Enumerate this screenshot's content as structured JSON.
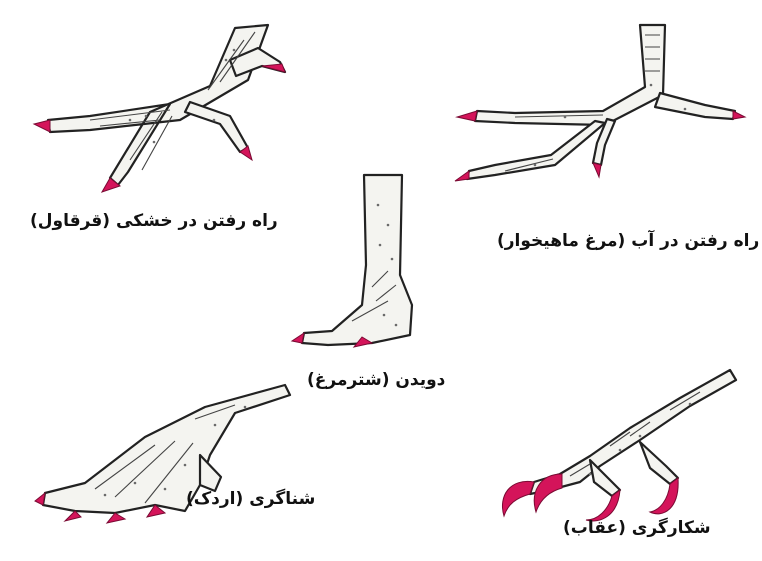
{
  "figure": {
    "feet": [
      {
        "id": "land-walking",
        "caption": "راه رفتن در خشکی (قرقاول)"
      },
      {
        "id": "water-walking",
        "caption": "راه رفتن در آب (مرغ ماهیخوار)"
      },
      {
        "id": "running",
        "caption": "دویدن (شترمرغ)"
      },
      {
        "id": "swimming",
        "caption": "شناگری (اردک)"
      },
      {
        "id": "hunting",
        "caption": "شکارگری (عقاب)"
      }
    ]
  },
  "colors": {
    "claw": "#d4145a",
    "skin": "#f4f4f0",
    "outline": "#222222"
  }
}
